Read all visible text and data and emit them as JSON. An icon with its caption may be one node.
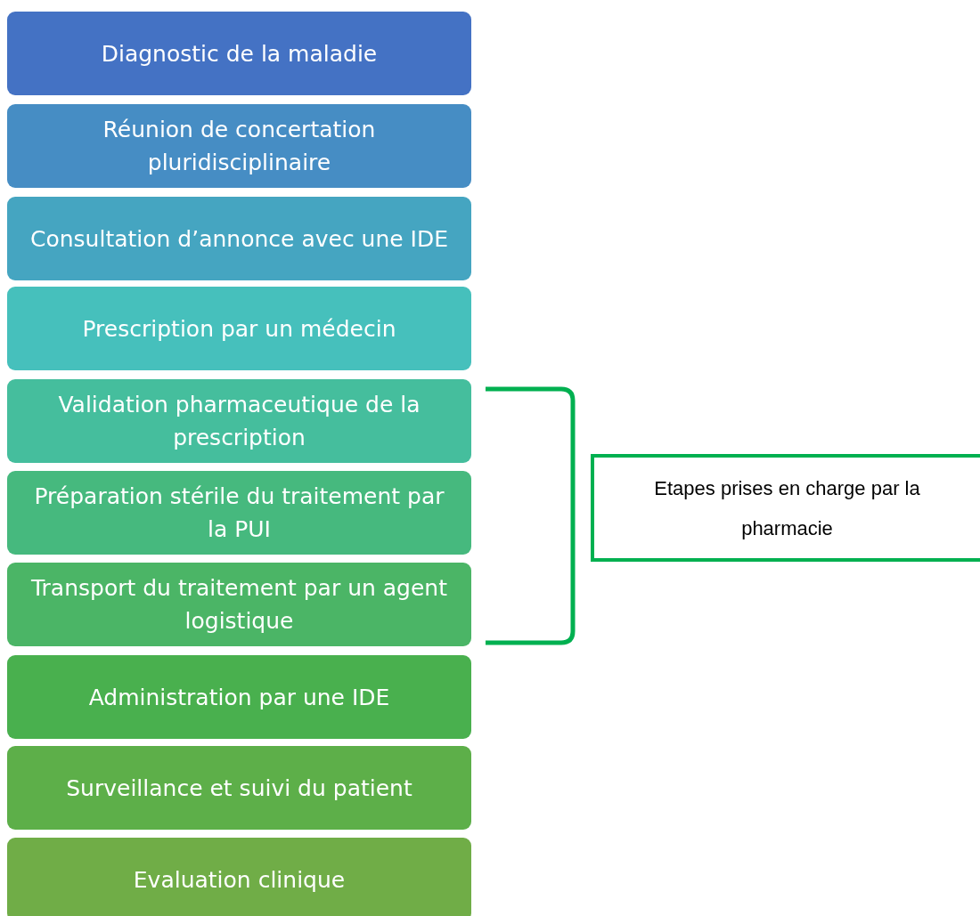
{
  "diagram": {
    "nodes": [
      {
        "text": [
          "Diagnostic de la maladie"
        ]
      },
      {
        "text": [
          "Réunion de concertation pluridisciplinaire"
        ]
      },
      {
        "text": [
          "Consultation d’annonce avec une IDE"
        ]
      },
      {
        "text": [
          "Prescription par un médecin"
        ]
      },
      {
        "text": [
          "Validation pharmaceutique de la prescription"
        ]
      },
      {
        "text": [
          "Préparation stérile du traitement par la PUI"
        ]
      },
      {
        "text": [
          "Transport du traitement par un agent logistique"
        ]
      },
      {
        "text": [
          "Administration par une IDE"
        ]
      },
      {
        "text": [
          "Surveillance et suivi du patient"
        ]
      },
      {
        "text": [
          "Evaluation clinique"
        ]
      },
      {
        "text": [
          "Etapes prises en charge par la pharmacie"
        ]
      }
    ]
  }
}
